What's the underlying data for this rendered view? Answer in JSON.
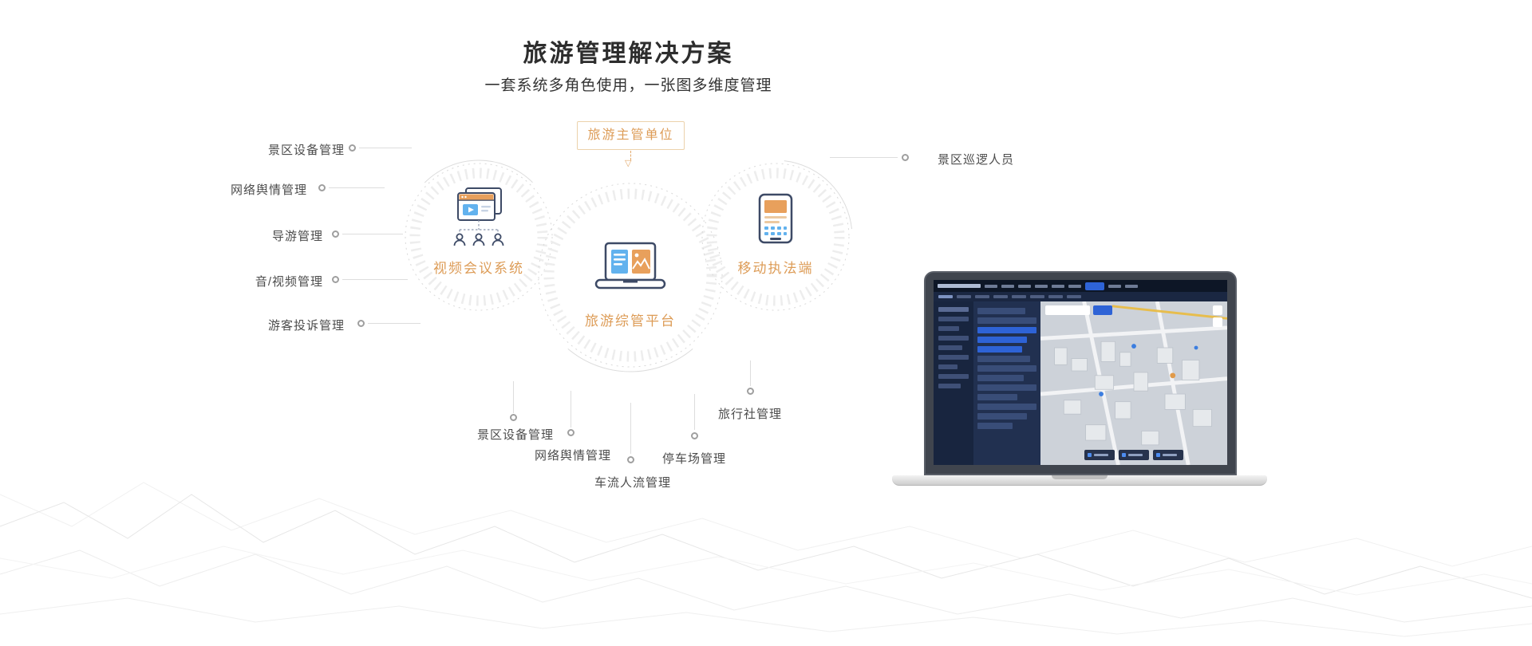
{
  "colors": {
    "accent_orange": "#dd9c57",
    "icon_navy": "#3d4a66",
    "icon_blue": "#62b2ee",
    "connector_gray": "#dddddd"
  },
  "header": {
    "title": "旅游管理解决方案",
    "subtitle": "一套系统多角色使用，一张图多维度管理"
  },
  "diagram": {
    "authority_box": "旅游主管单位",
    "arrow_down": "▽",
    "nodes": {
      "video_system": "视频会议系统",
      "platform": "旅游综管平台",
      "mobile": "移动执法端"
    },
    "left_labels": [
      "景区设备管理",
      "网络舆情管理",
      "导游管理",
      "音/视频管理",
      "游客投诉管理"
    ],
    "right_labels": [
      "景区巡逻人员"
    ],
    "bottom_labels": [
      "景区设备管理",
      "网络舆情管理",
      "车流人流管理",
      "停车场管理",
      "旅行社管理"
    ]
  }
}
